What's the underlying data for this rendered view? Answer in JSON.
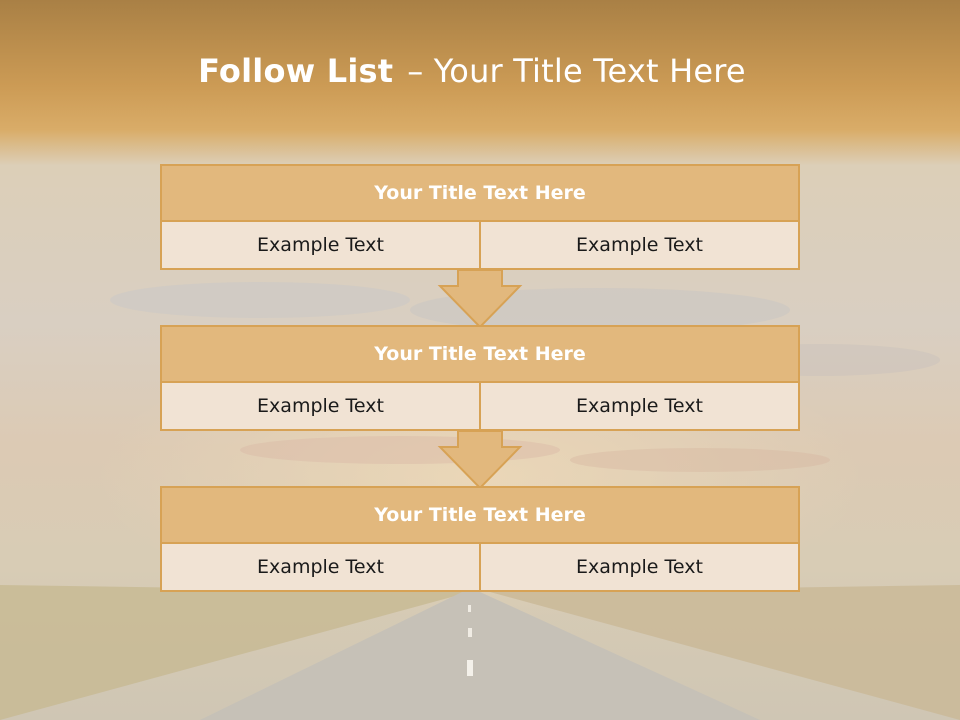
{
  "slide": {
    "title_bold": "Follow List",
    "title_rest": "– Your Title Text Here"
  },
  "blocks": [
    {
      "title": "Your Title Text Here",
      "cells": [
        "Example Text",
        "Example Text"
      ]
    },
    {
      "title": "Your Title Text Here",
      "cells": [
        "Example Text",
        "Example Text"
      ]
    },
    {
      "title": "Your Title Text Here",
      "cells": [
        "Example Text",
        "Example Text"
      ]
    }
  ],
  "colors": {
    "accent": "#d7a255",
    "header_fill": "#e2b87d",
    "row_fill": "#f1e3d4",
    "title_band": "#c89448"
  }
}
